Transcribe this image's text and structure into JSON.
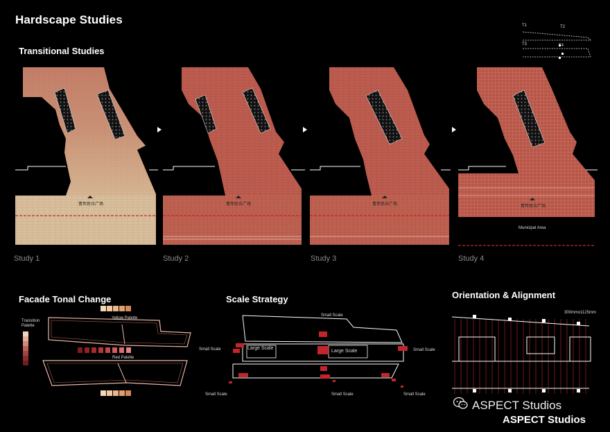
{
  "header": {
    "title": "Hardscape Studies",
    "subtitle": "Transitional Studies"
  },
  "key_map": {
    "t1": "T1",
    "t2": "T2",
    "t3": "T3",
    "t4": "T4"
  },
  "studies": [
    {
      "label": "Study 1",
      "plaza_caption": "青年民众广场"
    },
    {
      "label": "Study 2",
      "plaza_caption": "青年民众广场"
    },
    {
      "label": "Study 3",
      "plaza_caption": "青年民众广场"
    },
    {
      "label": "Study 4",
      "plaza_caption": "青年民众广场",
      "area_caption": "Municipal Area"
    }
  ],
  "facade": {
    "title": "Facade Tonal Change",
    "transition_palette": "Transition Palette",
    "yellow_palette": "Yellow Palette",
    "red_palette": "Red Palette",
    "colors": {
      "yellow": [
        "#f3d9b8",
        "#efc9a0",
        "#e9b78a",
        "#e0a070",
        "#d68a5c"
      ],
      "red": [
        "#7a1e1e",
        "#8e2424",
        "#a32c2c",
        "#b53838",
        "#c24848",
        "#cf5c5c",
        "#d86f6f",
        "#e08585"
      ],
      "transition": [
        "#f2d5c0",
        "#e3b09a",
        "#d08a78",
        "#b8625a",
        "#a34444",
        "#8a2c2c",
        "#6e1e1e"
      ]
    }
  },
  "scale": {
    "title": "Scale Strategy",
    "small_scale": "Small Scale",
    "large_scale": "Large Scale"
  },
  "orientation": {
    "title": "Orientation & Alignment",
    "dimension": "300mmx1125mm"
  },
  "brand": {
    "line1": "ASPECT Studios",
    "line2": "ASPECT Studios"
  },
  "palette": {
    "sand": "#d9bf9c",
    "terracotta": "#b85a4c",
    "terracotta_dark": "#8e3b32",
    "accent_red": "#c0262b"
  }
}
